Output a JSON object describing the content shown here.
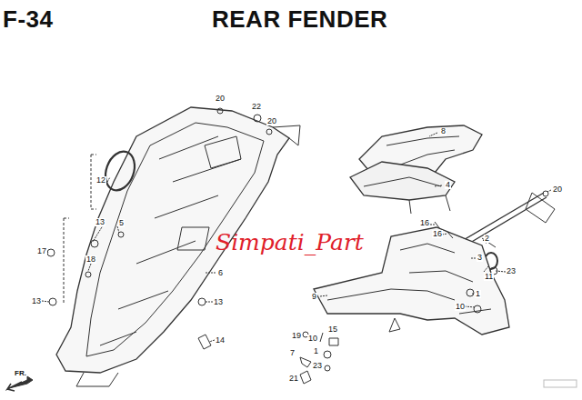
{
  "diagram": {
    "title": "REAR FENDER",
    "labels": [
      "F-34",
      "20",
      "22",
      "20",
      "12",
      "13",
      "5",
      "17",
      "18",
      "6",
      "13",
      "13",
      "14",
      "8",
      "4",
      "20",
      "16",
      "16",
      "2",
      "3",
      "11",
      "23",
      "1",
      "9",
      "10",
      "19",
      "10",
      "15",
      "1",
      "7",
      "23",
      "21",
      "Simpati_Part",
      "FR."
    ]
  }
}
